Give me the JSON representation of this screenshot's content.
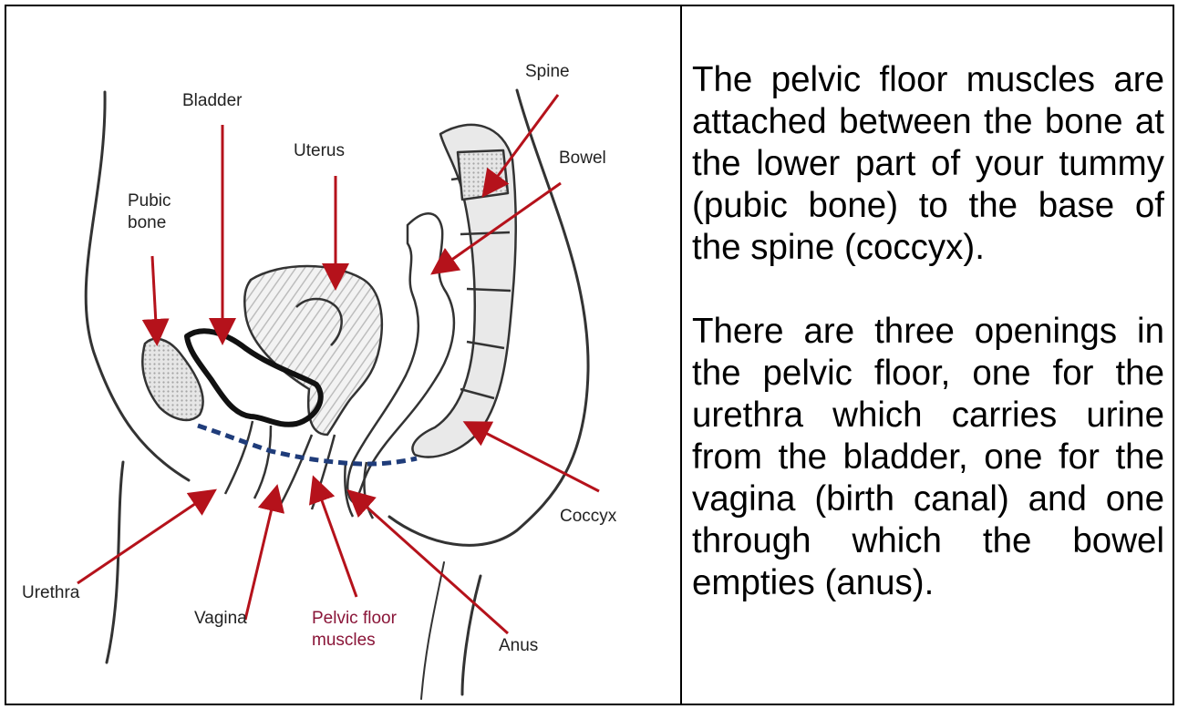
{
  "diagram": {
    "labels": {
      "spine": "Spine",
      "bladder": "Bladder",
      "uterus": "Uterus",
      "bowel": "Bowel",
      "pubic_bone": "Pubic\nbone",
      "coccyx": "Coccyx",
      "urethra": "Urethra",
      "vagina": "Vagina",
      "pelvic_floor_muscles": "Pelvic floor\nmuscles",
      "anus": "Anus"
    },
    "colors": {
      "arrow": "#b5121b",
      "outline": "#333333",
      "pelvic_floor": "#1f3c7a",
      "accent_label": "#8a1538"
    }
  },
  "description": {
    "paragraph_1": "The pelvic floor muscles are attached between the bone at the lower part of your tummy (pubic bone) to the base of the spine (coccyx).",
    "paragraph_2": "There are three openings in the pelvic floor, one for the urethra which carries urine from the bladder, one for the vagina (birth canal) and one through which the bowel empties (anus)."
  }
}
